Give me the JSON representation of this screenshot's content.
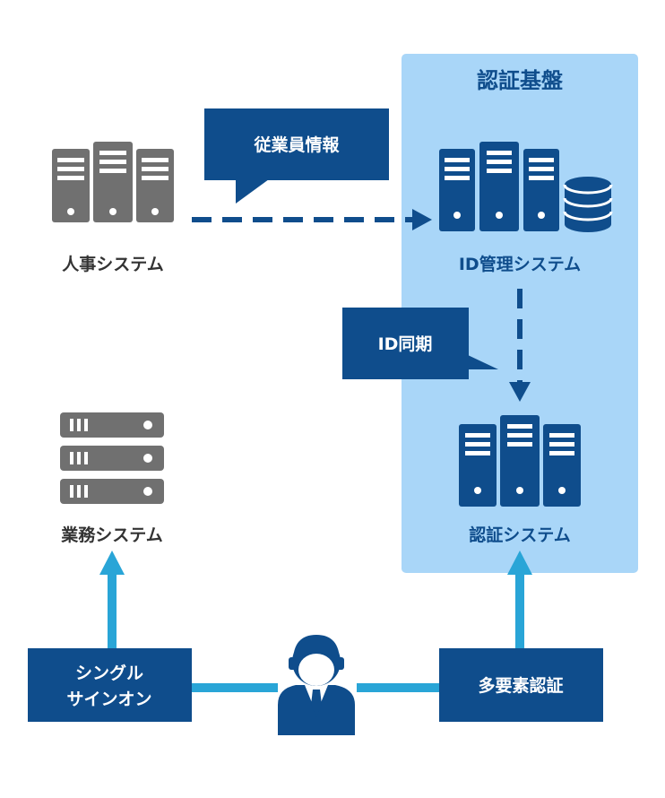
{
  "platform": {
    "title": "認証基盤",
    "fill_color": "#a9d6f8"
  },
  "nodes": {
    "hr_system": {
      "label": "人事システム",
      "icon": "server-tower-icon",
      "color": "#707070"
    },
    "id_management": {
      "label": "ID管理システム",
      "icon": "server-database-icon",
      "color": "#0f4d8c"
    },
    "auth_system": {
      "label": "認証システム",
      "icon": "server-tower-icon",
      "color": "#0f4d8c"
    },
    "business_system": {
      "label": "業務システム",
      "icon": "server-rack-icon",
      "color": "#707070"
    },
    "user": {
      "icon": "user-icon",
      "color": "#0f4d8c"
    }
  },
  "callouts": {
    "employee_info": "従業員情報",
    "id_sync": "ID同期"
  },
  "boxes": {
    "sso_line1": "シングル",
    "sso_line2": "サインオン",
    "mfa": "多要素認証"
  },
  "colors": {
    "dark_blue": "#0f4d8c",
    "light_blue_arrow": "#29a5d7",
    "gray": "#707070",
    "text_dark": "#333333"
  }
}
